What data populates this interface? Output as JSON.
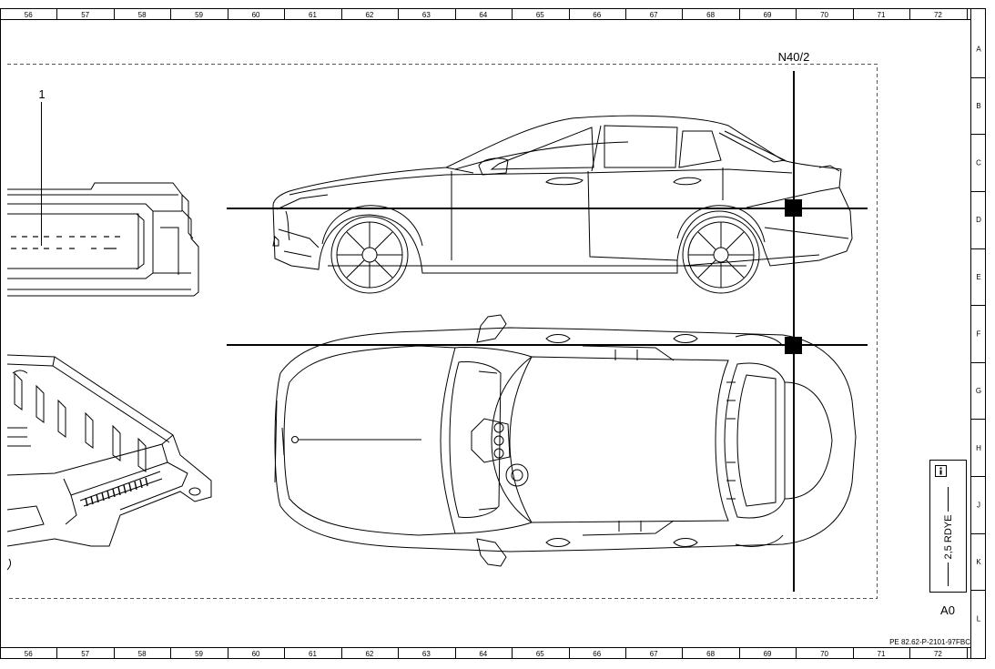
{
  "grid": {
    "columns": [
      "56",
      "57",
      "58",
      "59",
      "60",
      "61",
      "62",
      "63",
      "64",
      "65",
      "66",
      "67",
      "68",
      "69",
      "70",
      "71",
      "72"
    ],
    "rows": [
      "A",
      "B",
      "C",
      "D",
      "E",
      "F",
      "G",
      "H",
      "J",
      "K",
      "L"
    ]
  },
  "labels": {
    "component_callout": "1",
    "connector_location": "N40/2",
    "zone": "A0",
    "document_id": "PE 82.62-P-2101-97FBC"
  },
  "info_panel": {
    "icon": "info-icon",
    "wire_spec": "2,5 RDYE"
  }
}
